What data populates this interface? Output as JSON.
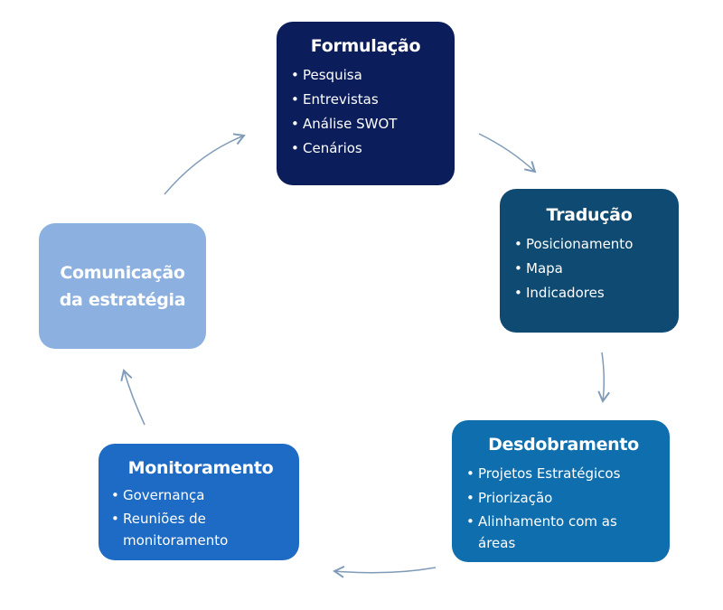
{
  "nodes": [
    {
      "title": "Formulação",
      "items": [
        "Pesquisa",
        "Entrevistas",
        "Análise SWOT",
        "Cenários"
      ],
      "color": "#0b1e5b"
    },
    {
      "title": "Tradução",
      "items": [
        "Posicionamento",
        "Mapa",
        "Indicadores"
      ],
      "color": "#0e4a72"
    },
    {
      "title": "Desdobramento",
      "items": [
        "Projetos Estratégicos",
        "Priorização",
        "Alinhamento com as áreas"
      ],
      "color": "#0f6eae"
    },
    {
      "title": "Monitoramento",
      "items": [
        "Governança",
        "Reuniões de monitoramento"
      ],
      "color": "#1e6bc6"
    },
    {
      "title": "Comunicação da estratégia",
      "items": [],
      "color": "#8cb0df"
    }
  ],
  "arrow_color": "#7f9bb8"
}
